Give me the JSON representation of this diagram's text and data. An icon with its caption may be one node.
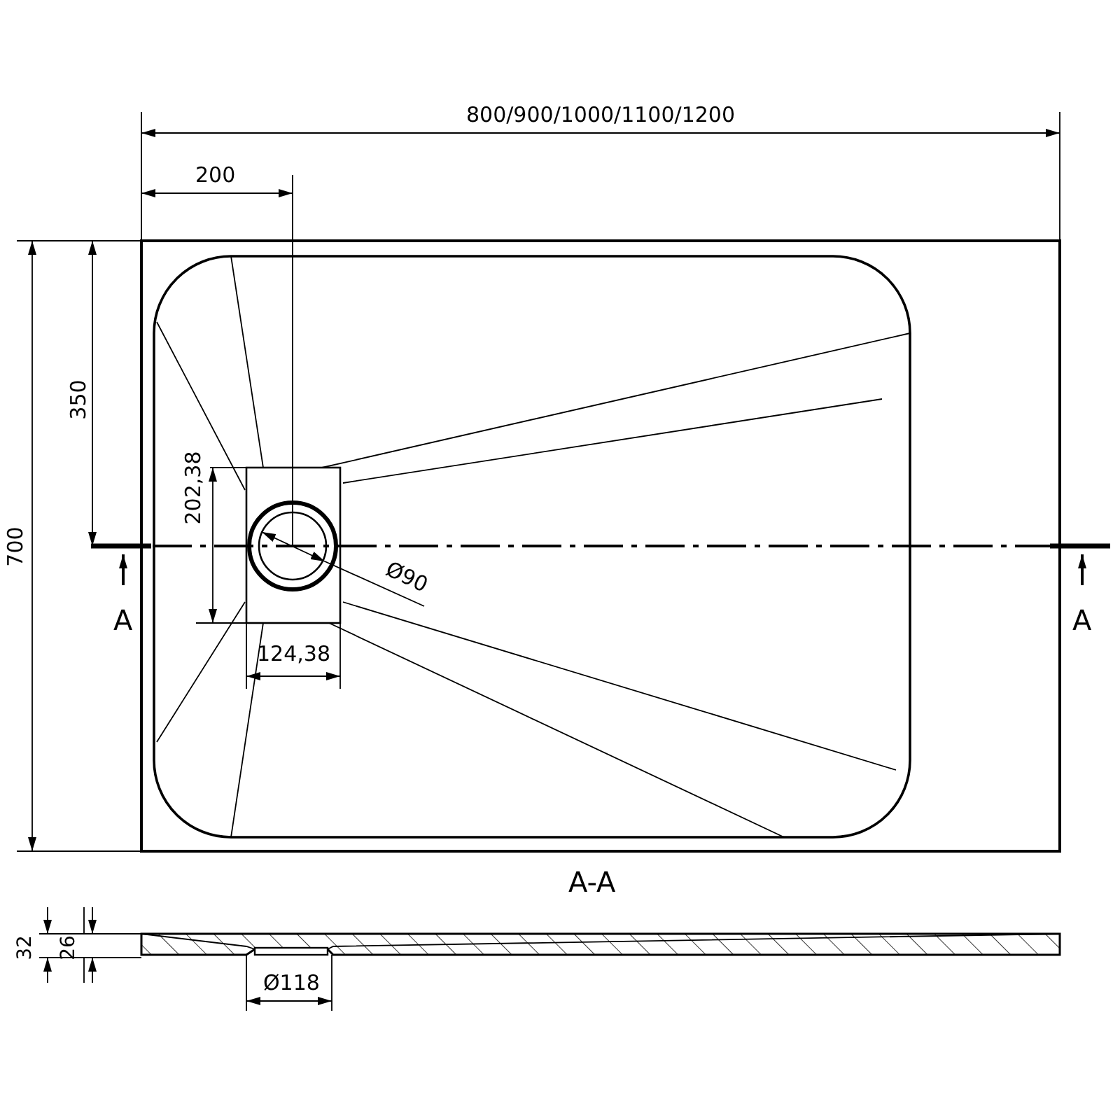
{
  "diagram": {
    "labels": [
      "800/900/1000/1100/1200",
      "200",
      "350",
      "700",
      "202,38",
      "Ø90",
      "124,38",
      "A",
      "A",
      "A-A",
      "32",
      "26",
      "Ø118"
    ]
  }
}
